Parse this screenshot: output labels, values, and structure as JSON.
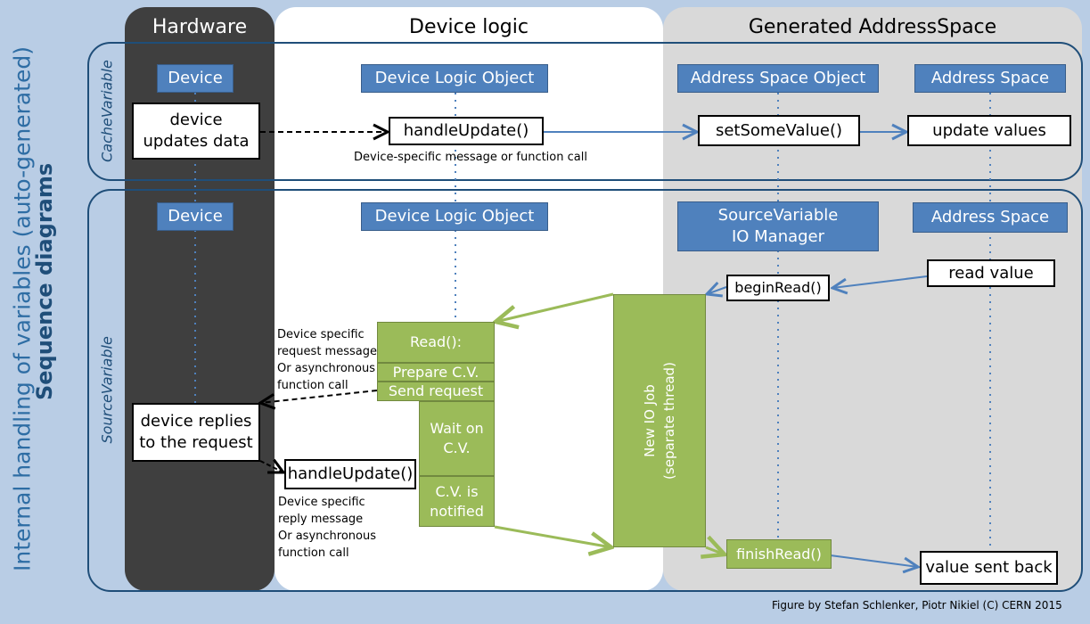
{
  "side": {
    "title": "Internal handling of variables (auto-generated)",
    "subtitle": "Sequence diagrams"
  },
  "columns": {
    "hardware": "Hardware",
    "device_logic": "Device logic",
    "address_space": "Generated AddressSpace"
  },
  "sections": {
    "cache": "CacheVariable",
    "source": "SourceVariable"
  },
  "cache": {
    "actors": [
      "Device",
      "Device Logic Object",
      "Address Space Object",
      "Address Space"
    ],
    "device_box": [
      "device",
      "updates data"
    ],
    "handle_update": "handleUpdate()",
    "handle_note": "Device-specific message or function call",
    "set_value": "setSomeValue()",
    "update_values": "update values"
  },
  "source": {
    "actors": [
      "Device",
      "Device Logic Object",
      "SourceVariable",
      "IO Manager",
      "Address Space"
    ],
    "read_value": "read value",
    "begin_read": "beginRead()",
    "read_steps": {
      "read": "Read():",
      "prepare": "Prepare C.V.",
      "send": "Send request",
      "wait": [
        "Wait on",
        "C.V."
      ],
      "notified": [
        "C.V. is",
        "notified"
      ]
    },
    "request_note": [
      "Device specific",
      "request message",
      "Or asynchronous",
      "function call"
    ],
    "device_reply": [
      "device replies",
      "to the request"
    ],
    "handle_update": "handleUpdate()",
    "reply_note": [
      "Device specific",
      "reply message",
      "Or asynchronous",
      "function call"
    ],
    "io_job": [
      "New IO Job",
      "(separate thread)"
    ],
    "finish_read": "finishRead()",
    "value_sent": "value sent back"
  },
  "credit": "Figure by Stefan Schlenker, Piotr Nikiel (C) CERN 2015",
  "colors": {
    "background": "#b9cde5",
    "hardware": "#3f3f3f",
    "actor_blue": "#4f81bd",
    "green": "#9bbb59",
    "frame": "#1f4e79"
  }
}
